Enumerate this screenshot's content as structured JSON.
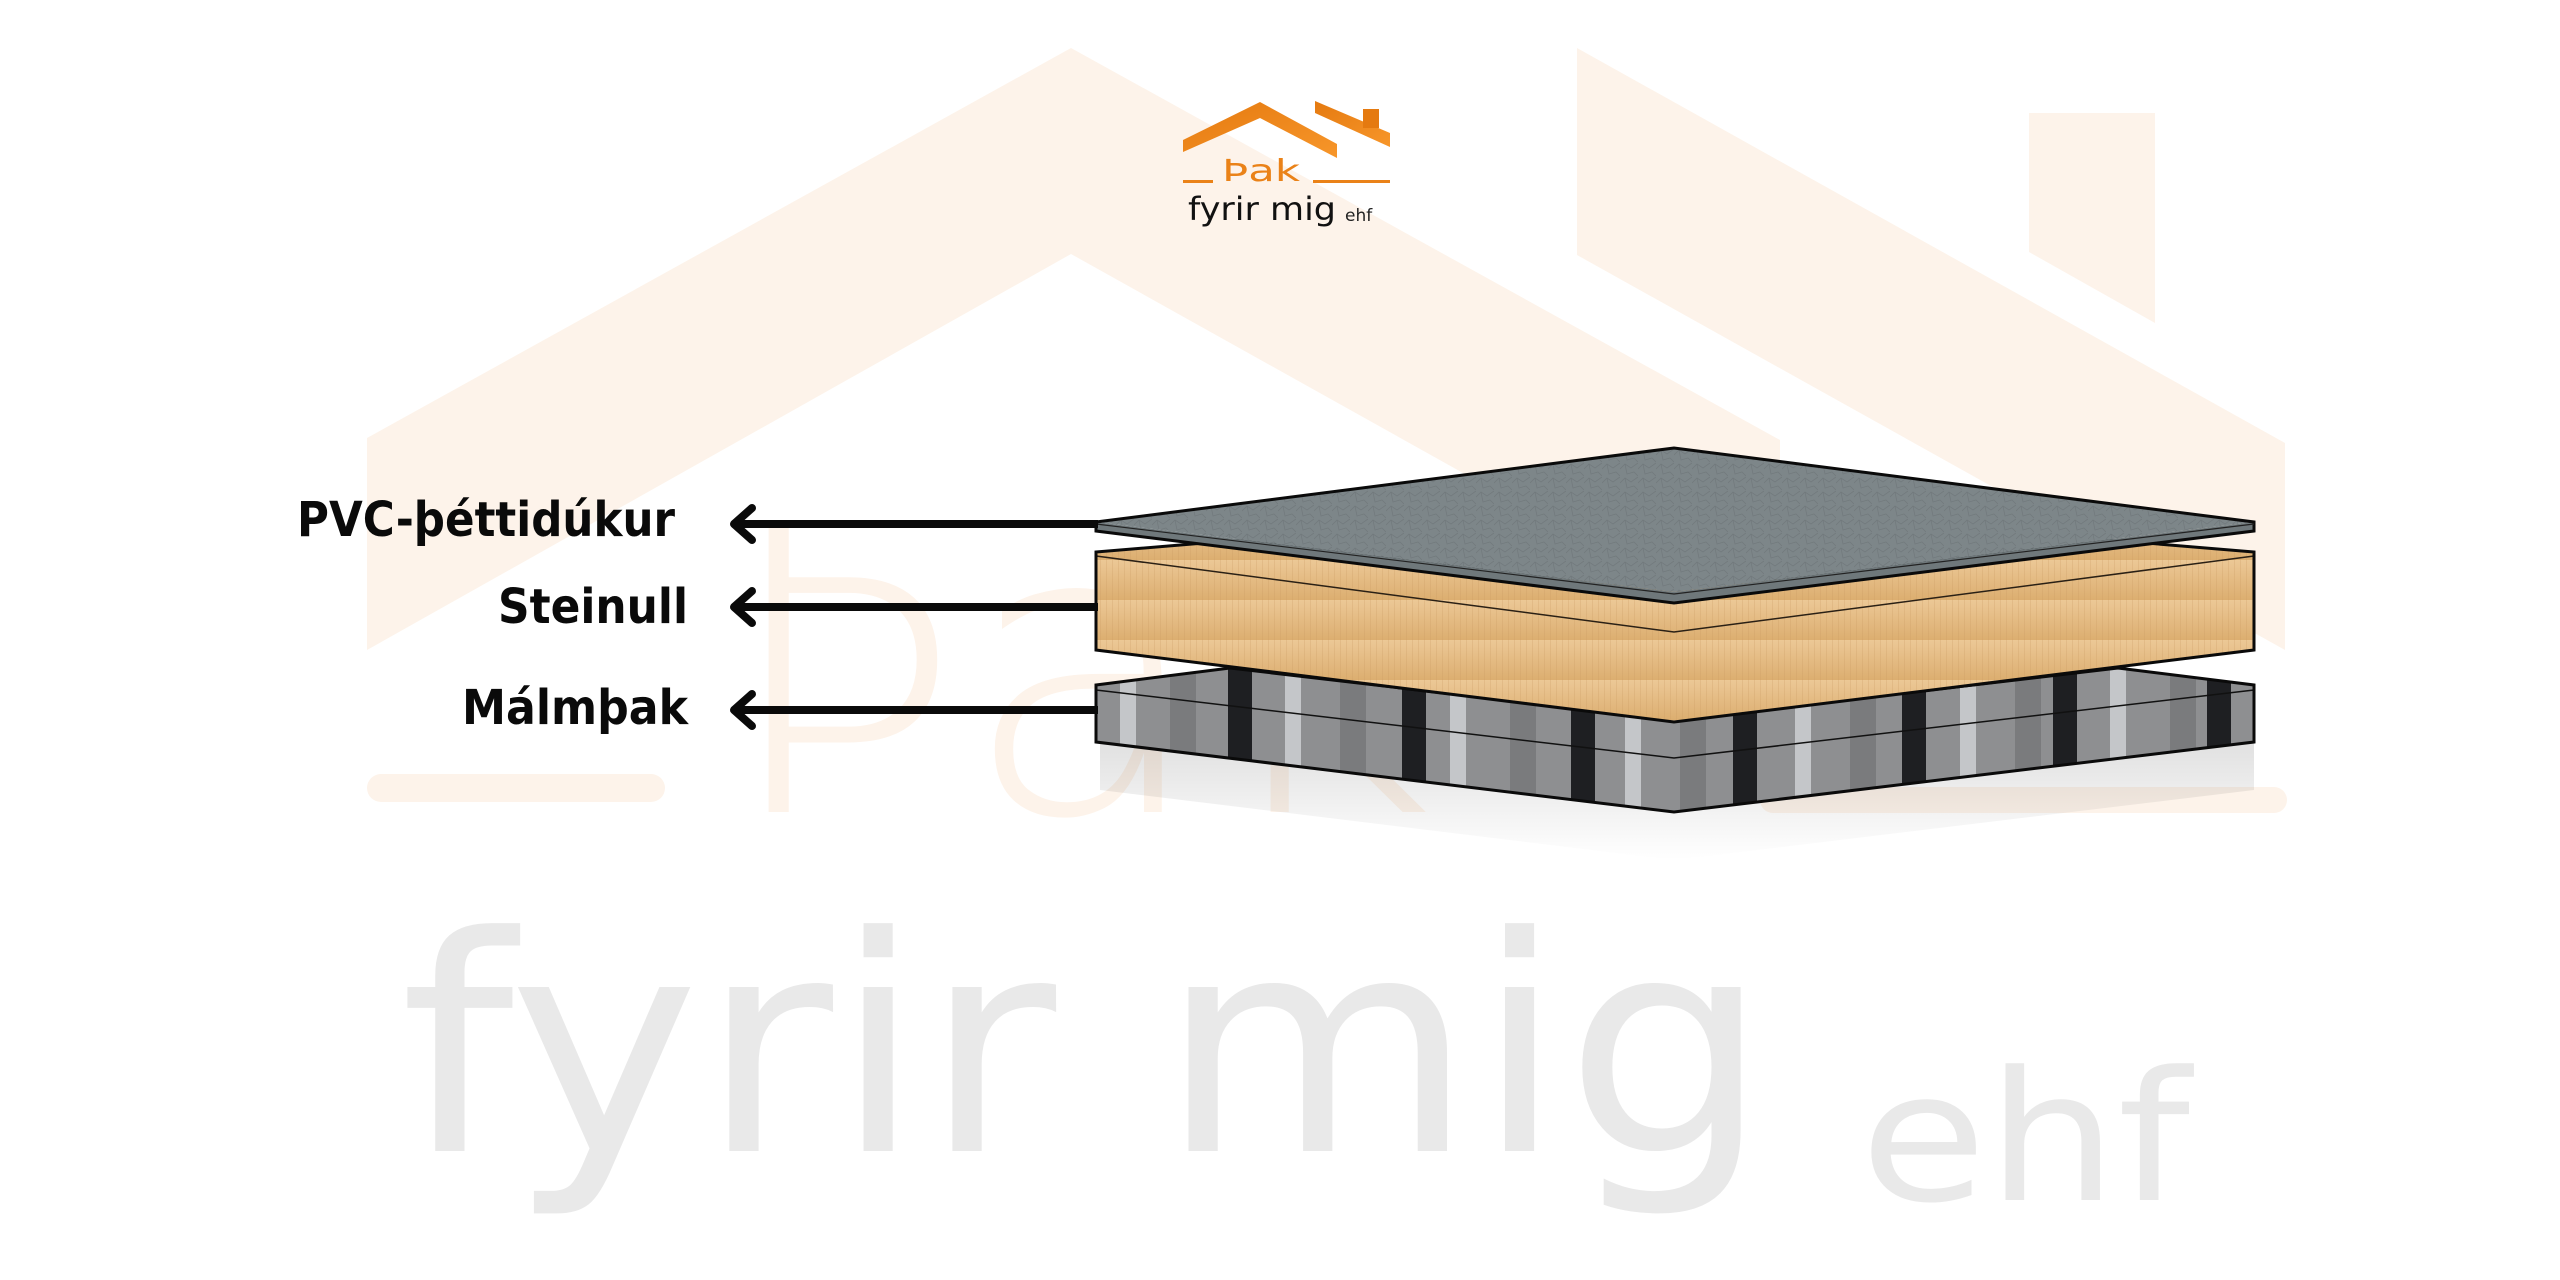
{
  "logo": {
    "brand": "Þak",
    "tagline": "fyrir mig",
    "suffix": "ehf"
  },
  "watermark": {
    "brand": "Þak",
    "tagline": "fyrir mig",
    "suffix": "ehf"
  },
  "layers": [
    {
      "label": "PVC-þéttidúkur",
      "material": "pvc-membrane"
    },
    {
      "label": "Steinull",
      "material": "stone-wool"
    },
    {
      "label": "Málmþak",
      "material": "metal-deck"
    }
  ],
  "colors": {
    "brand_orange": "#f08a1c",
    "brand_orange_dark": "#dc760c",
    "watermark_peach": "#fdf3ea",
    "watermark_gray": "#e9e9e9",
    "pvc_top": "#7c8588",
    "pvc_edge": "#6d7578",
    "wool": "#e2b57a",
    "wool_light": "#ecc896",
    "metal": "#8c8c8c",
    "metal_dark": "#1e1f22",
    "metal_light": "#c4c6c9",
    "ink": "#0a0a0a"
  }
}
